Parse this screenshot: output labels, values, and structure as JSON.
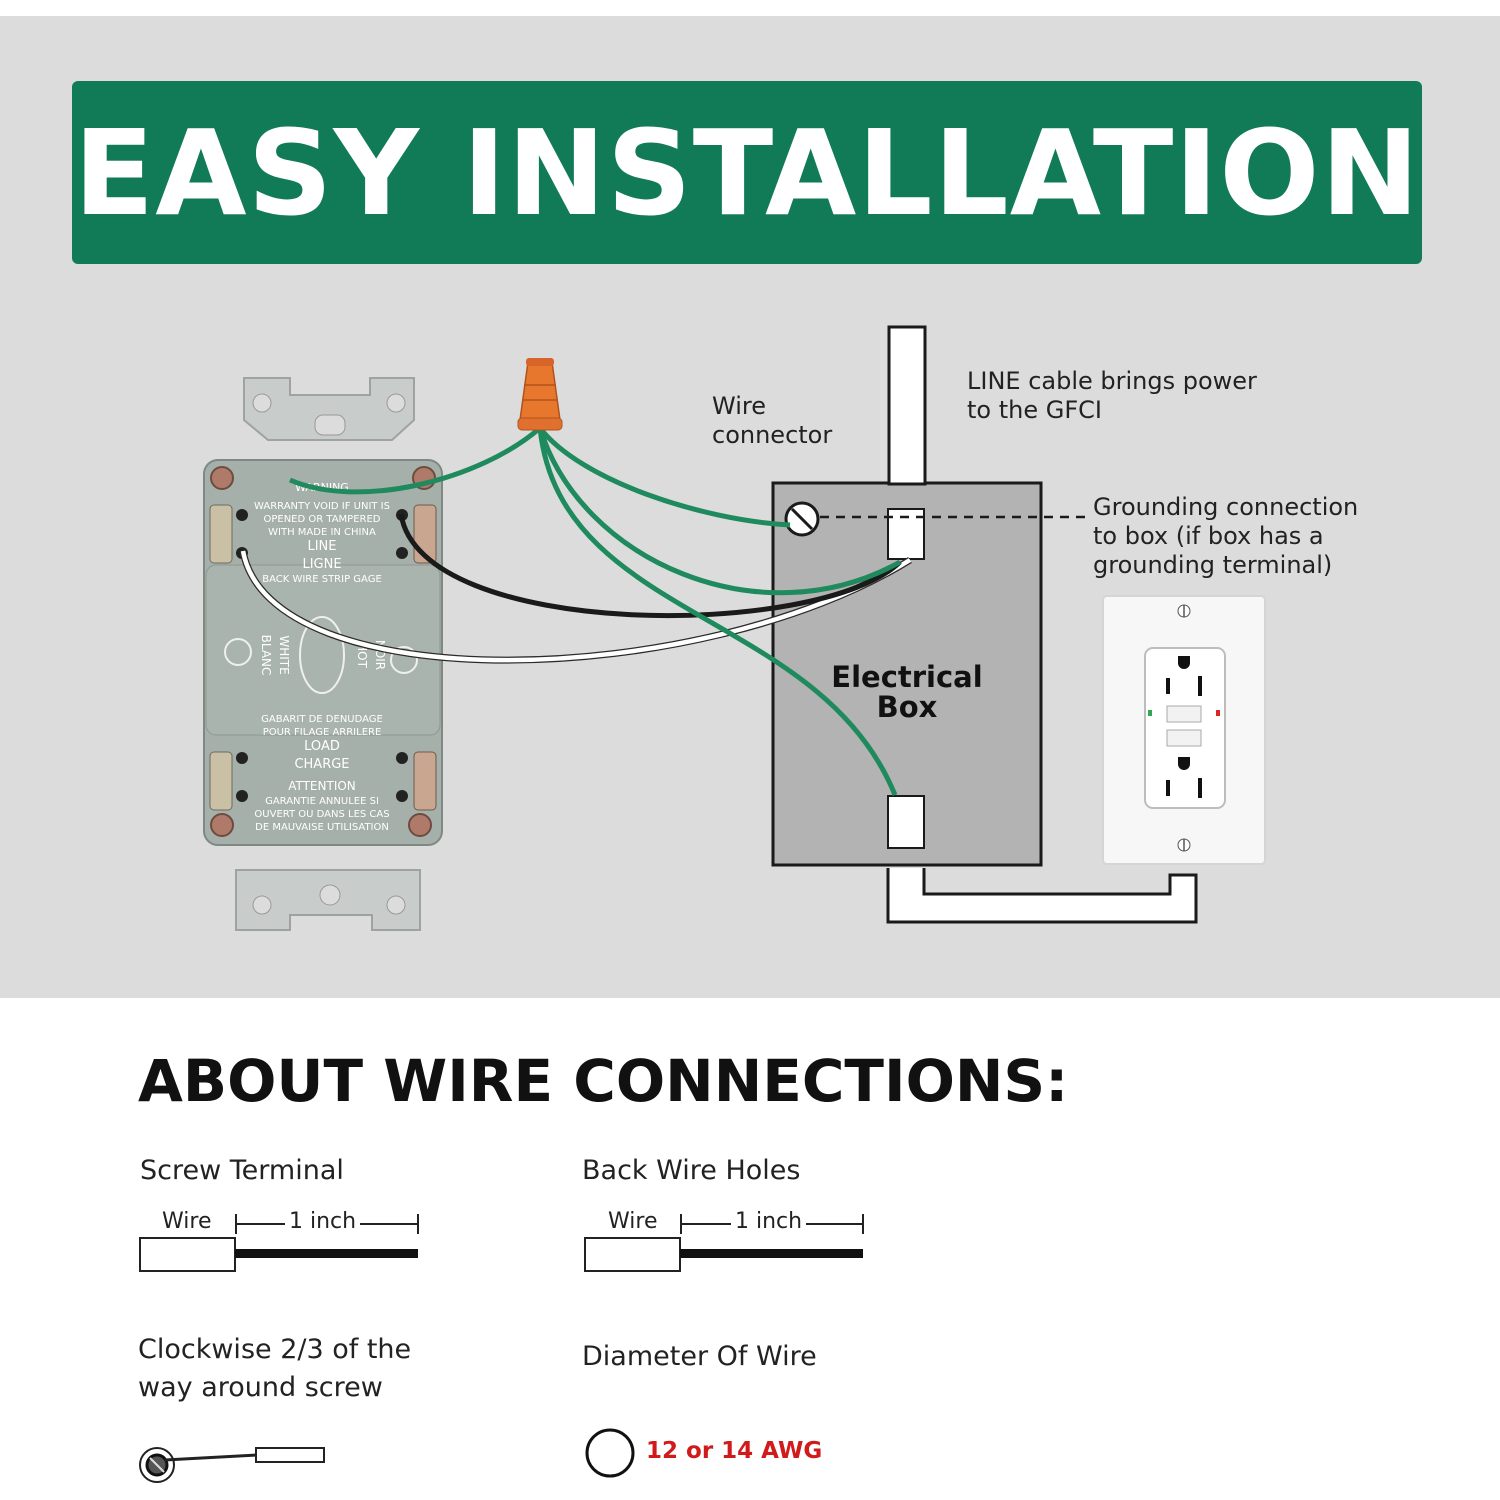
{
  "banner": {
    "title": "EASY INSTALLATION"
  },
  "diagram": {
    "wire_connector_label": "Wire\nconnector",
    "line_cable_label": "LINE cable brings power\nto the GFCI",
    "grounding_label": "Grounding connection\nto box (if box has a\ngrounding terminal)",
    "electrical_box_label": "Electrical\nBox",
    "gfci_back_labels": {
      "warning": "WARNING",
      "warranty_1": "WARRANTY VOID IF UNIT IS",
      "warranty_2": "OPENED OR TAMPERED",
      "made_in": "WITH MADE IN CHINA",
      "line": "LINE",
      "ligne": "LIGNE",
      "strip_gage": "BACK WIRE STRIP GAGE",
      "white": "WHITE",
      "blanc": "BLANC",
      "hot": "HOT",
      "noir": "NOIR",
      "gabarit_1": "GABARIT DE DENUDAGE",
      "gabarit_2": "POUR FILAGE ARRILERE",
      "load": "LOAD",
      "charge": "CHARGE",
      "attention": "ATTENTION",
      "garantie_1": "GARANTIE ANNULEE SI",
      "garantie_2": "OUVERT OU DANS LES CAS",
      "garantie_3": "DE MAUVAISE UTILISATION"
    }
  },
  "about": {
    "heading": "ABOUT WIRE CONNECTIONS:",
    "screw_terminal": {
      "title": "Screw Terminal",
      "wire": "Wire",
      "length": "1 inch"
    },
    "back_wire_holes": {
      "title": "Back Wire Holes",
      "wire": "Wire",
      "length": "1 inch"
    },
    "clockwise": {
      "text": "Clockwise 2/3 of the\nway around screw"
    },
    "diameter": {
      "title": "Diameter Of Wire",
      "gauge": "12 or 14 AWG"
    }
  },
  "colors": {
    "banner_green": "#117a56",
    "ground_wire": "#1f8a5e",
    "hot_wire": "#1a1a1a",
    "neutral_wire": "#ffffff",
    "connector_orange": "#e8772e",
    "box_gray": "#b3b3b3",
    "gauge_red": "#d11a1a"
  }
}
